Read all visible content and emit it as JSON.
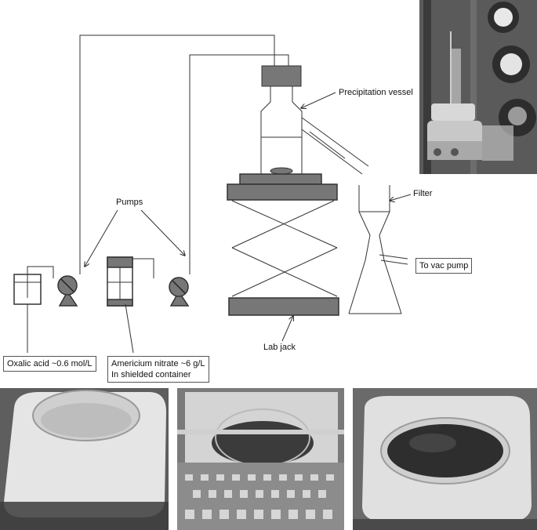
{
  "labels": {
    "precipitation_vessel": "Precipitation vessel",
    "filter": "Filter",
    "pumps": "Pumps",
    "to_vac_pump": "To vac pump",
    "oxalic_acid": "Oxalic acid ~0.6 mol/L",
    "americium_line1": "Americium nitrate ~6 g/L",
    "americium_line2": "In shielded container",
    "lab_jack": "Lab jack"
  },
  "photos": {
    "lab_setup": "photo of precipitation setup in glovebox",
    "dish_1": "petri dish with light crystalline precipitate on stirrer",
    "dish_2": "petri dish with dark precipitate behind grate",
    "dish_3": "petri dish with dark powder on stirrer"
  },
  "colors": {
    "line": "#333333",
    "fill_gray": "#777777",
    "photo_bg": "#8a8a8a"
  }
}
